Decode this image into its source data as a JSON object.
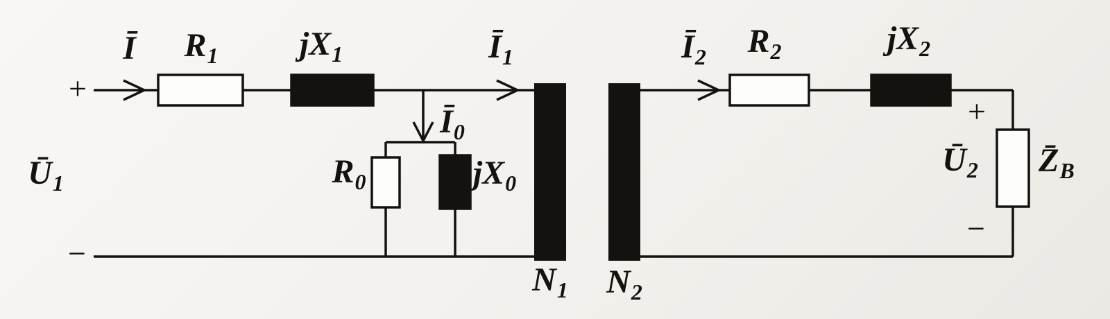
{
  "figure": {
    "type": "circuit-diagram"
  },
  "colors": {
    "paper": "#f3f1ed",
    "ink": "#14120f",
    "resistor_fill": "#fdfdfb",
    "reactance_fill": "#14120f"
  },
  "labels": {
    "plus_left": "+",
    "minus_left": "−",
    "plus_right": "+",
    "minus_right": "−",
    "I": {
      "main": "Ī",
      "sub": ""
    },
    "R1": {
      "main": "R",
      "sub": "1"
    },
    "jX1": {
      "main": "jX",
      "sub": "1"
    },
    "I1": {
      "main": "Ī",
      "sub": "1"
    },
    "I0": {
      "main": "Ī",
      "sub": "0"
    },
    "R0": {
      "main": "R",
      "sub": "0"
    },
    "jX0": {
      "main": "jX",
      "sub": "0"
    },
    "U1": {
      "main": "Ū",
      "sub": "1"
    },
    "N1": {
      "main": "N",
      "sub": "1"
    },
    "N2": {
      "main": "N",
      "sub": "2"
    },
    "I2": {
      "main": "Ī",
      "sub": "2"
    },
    "R2": {
      "main": "R",
      "sub": "2"
    },
    "jX2": {
      "main": "jX",
      "sub": "2"
    },
    "U2": {
      "main": "Ū",
      "sub": "2"
    },
    "ZB": {
      "main": "Z̄",
      "sub": "B"
    }
  }
}
